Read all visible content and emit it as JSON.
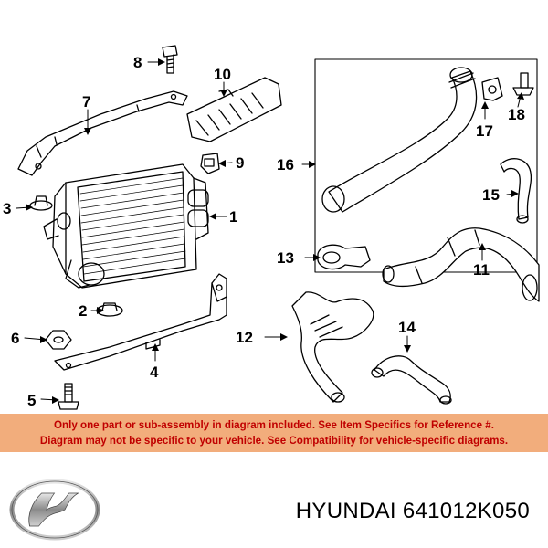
{
  "diagram": {
    "callouts": [
      {
        "id": "1",
        "label": "1"
      },
      {
        "id": "2",
        "label": "2"
      },
      {
        "id": "3",
        "label": "3"
      },
      {
        "id": "4",
        "label": "4"
      },
      {
        "id": "5",
        "label": "5"
      },
      {
        "id": "6",
        "label": "6"
      },
      {
        "id": "7",
        "label": "7"
      },
      {
        "id": "8",
        "label": "8"
      },
      {
        "id": "9",
        "label": "9"
      },
      {
        "id": "10",
        "label": "10"
      },
      {
        "id": "11",
        "label": "11"
      },
      {
        "id": "12",
        "label": "12"
      },
      {
        "id": "13",
        "label": "13"
      },
      {
        "id": "14",
        "label": "14"
      },
      {
        "id": "15",
        "label": "15"
      },
      {
        "id": "16",
        "label": "16"
      },
      {
        "id": "17",
        "label": "17"
      },
      {
        "id": "18",
        "label": "18"
      }
    ]
  },
  "notice": {
    "line1": "Only one part or sub-assembly in diagram included. See Item Specifics for Reference #.",
    "line2": "Diagram may not be specific to your vehicle. See Compatibility for vehicle-specific diagrams.",
    "background_color": "#f2ad7c",
    "text_color": "#c00000"
  },
  "footer": {
    "brand_logo_icon": "hyundai-logo-icon",
    "part_number": "HYUNDAI 641012K050"
  }
}
